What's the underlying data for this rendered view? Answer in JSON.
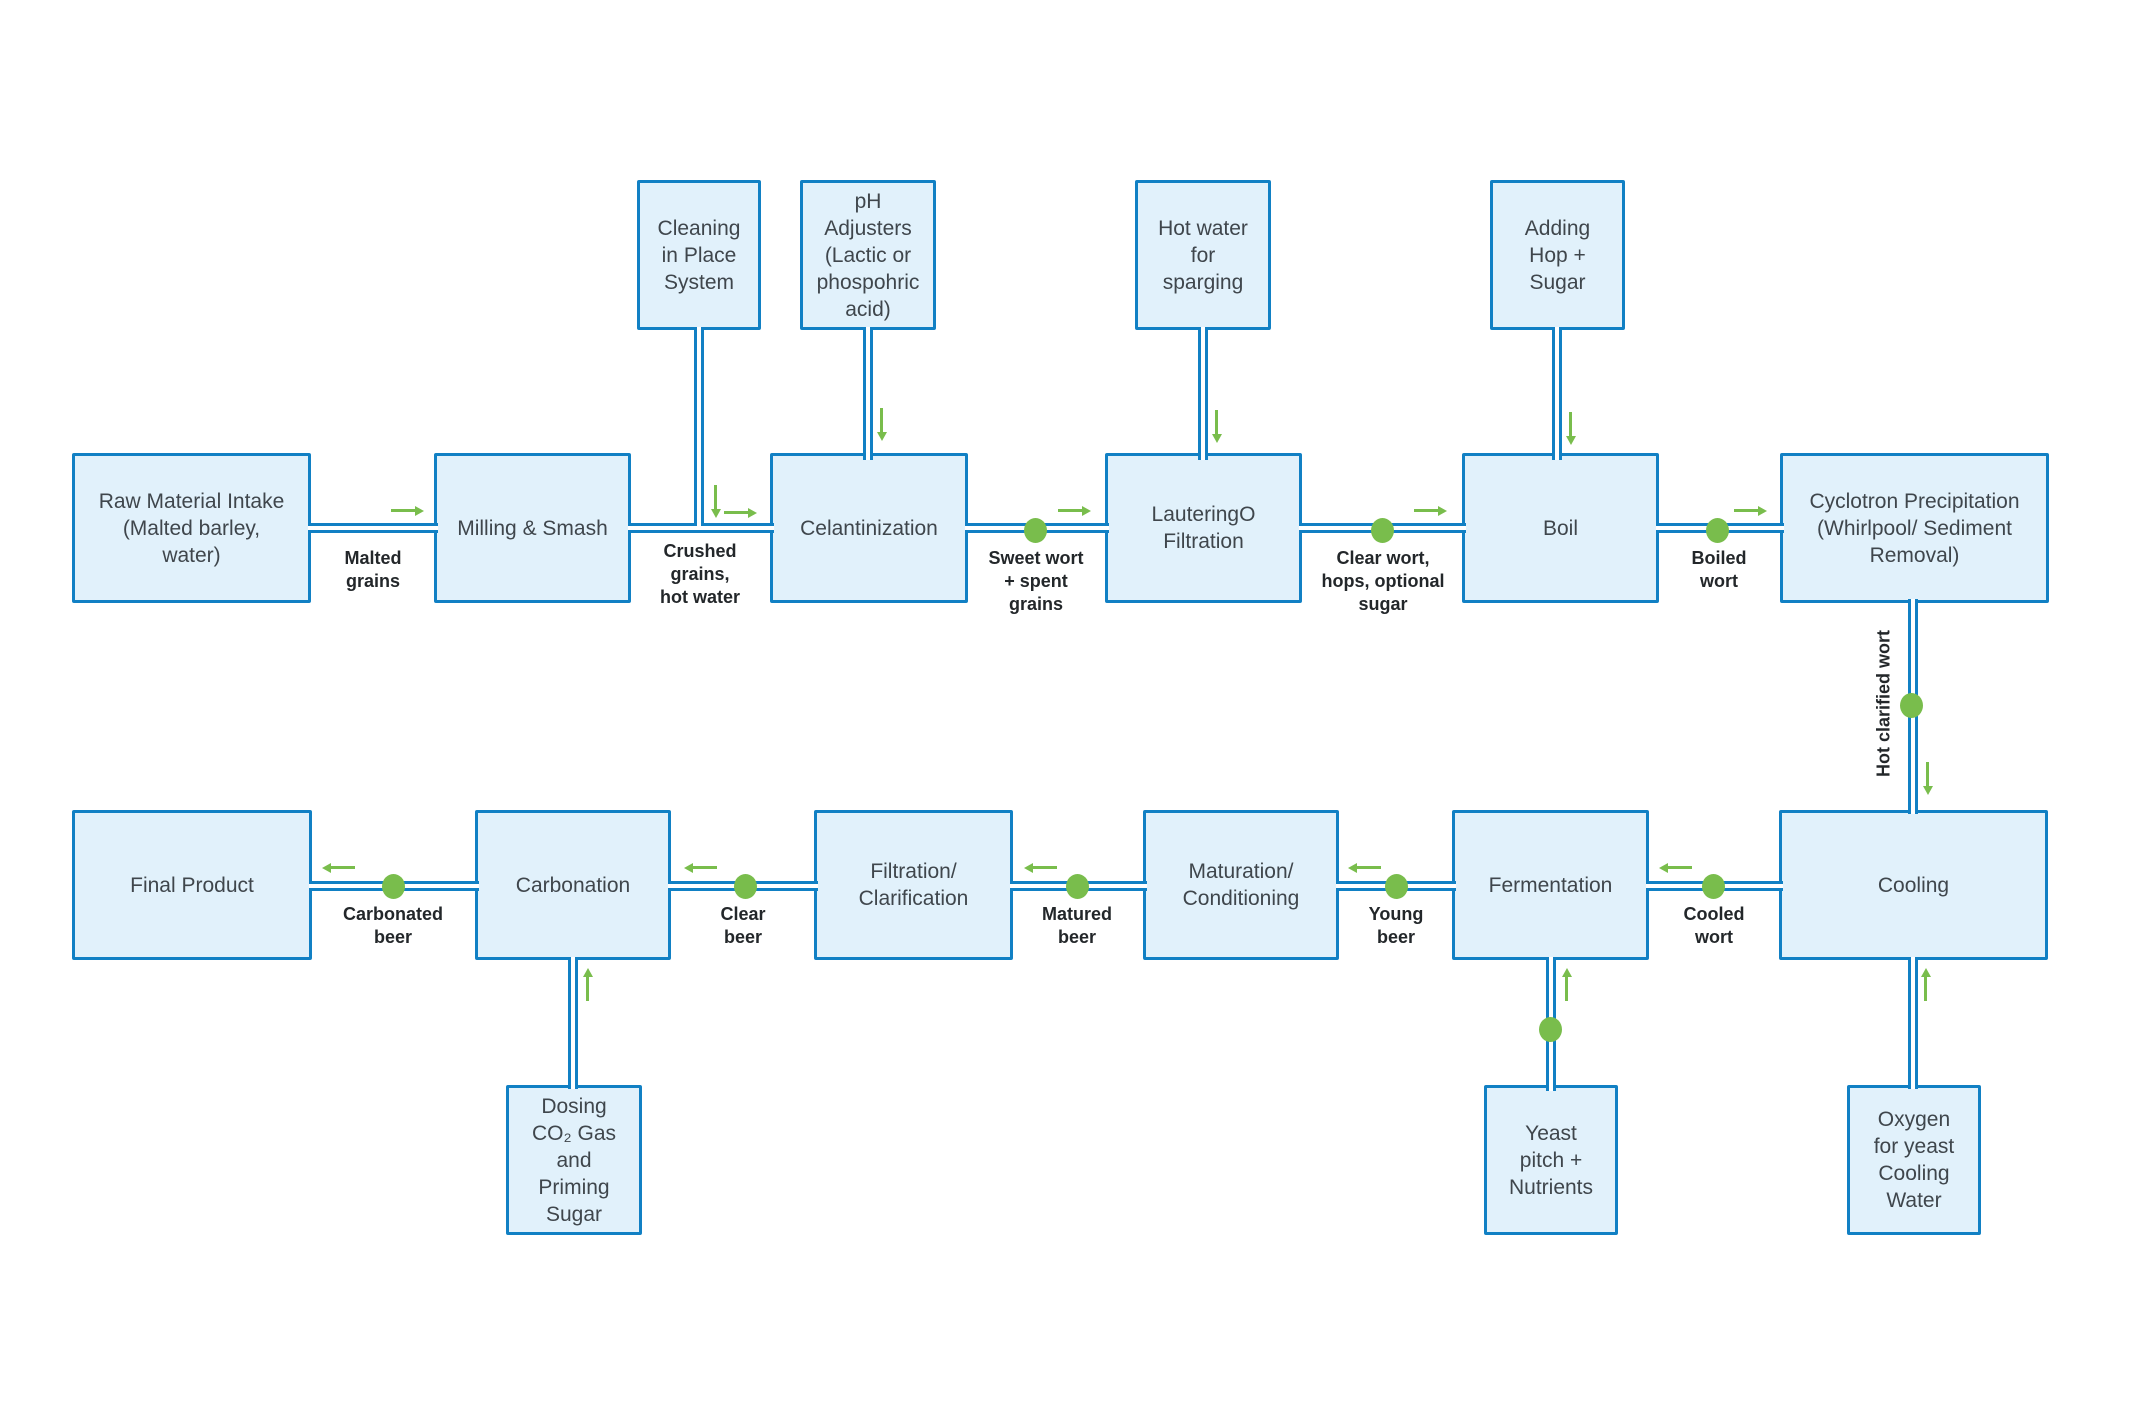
{
  "colors": {
    "background": "#ffffff",
    "node_fill": "#e1f1fb",
    "node_border": "#1180c4",
    "accent_green": "#79bd4c",
    "node_text": "#3f464c",
    "label_text": "#23272a"
  },
  "nodes": {
    "raw_material": {
      "label": "Raw Material Intake\n(Malted barley,\nwater)"
    },
    "milling": {
      "label": "Milling & Smash"
    },
    "celantinization": {
      "label": "Celantinization"
    },
    "lautering": {
      "label": "LauteringO\nFiltration"
    },
    "boil": {
      "label": "Boil"
    },
    "cyclotron": {
      "label": "Cyclotron Precipitation\n(Whirlpool/ Sediment\nRemoval)"
    },
    "cleaning": {
      "label": "Cleaning\nin Place\nSystem"
    },
    "ph_adjusters": {
      "label": "pH\nAdjusters\n(Lactic or\nphospohric\nacid)"
    },
    "hot_water": {
      "label": "Hot water\nfor\nsparging"
    },
    "adding_hop": {
      "label": "Adding\nHop +\nSugar"
    },
    "final_product": {
      "label": "Final Product"
    },
    "carbonation": {
      "label": "Carbonation"
    },
    "filtration": {
      "label": "Filtration/\nClarification"
    },
    "maturation": {
      "label": "Maturation/\nConditioning"
    },
    "fermentation": {
      "label": "Fermentation"
    },
    "cooling": {
      "label": "Cooling"
    },
    "dosing": {
      "label": "Dosing\nCO₂ Gas\nand\nPriming\nSugar"
    },
    "yeast": {
      "label": "Yeast\npitch +\nNutrients"
    },
    "oxygen": {
      "label": "Oxygen\nfor yeast\nCooling\nWater"
    }
  },
  "flow_labels": {
    "malted_grains": "Malted\ngrains",
    "crushed_grains": "Crushed\ngrains,\nhot water",
    "sweet_wort": "Sweet wort\n+ spent\ngrains",
    "clear_wort": "Clear wort,\nhops, optional\nsugar",
    "boiled_wort": "Boiled\nwort",
    "hot_clarified_wort": "Hot clarified wort",
    "cooled_wort": "Cooled\nwort",
    "young_beer": "Young\nbeer",
    "matured_beer": "Matured\nbeer",
    "clear_beer": "Clear\nbeer",
    "carbonated_beer": "Carbonated\nbeer"
  }
}
